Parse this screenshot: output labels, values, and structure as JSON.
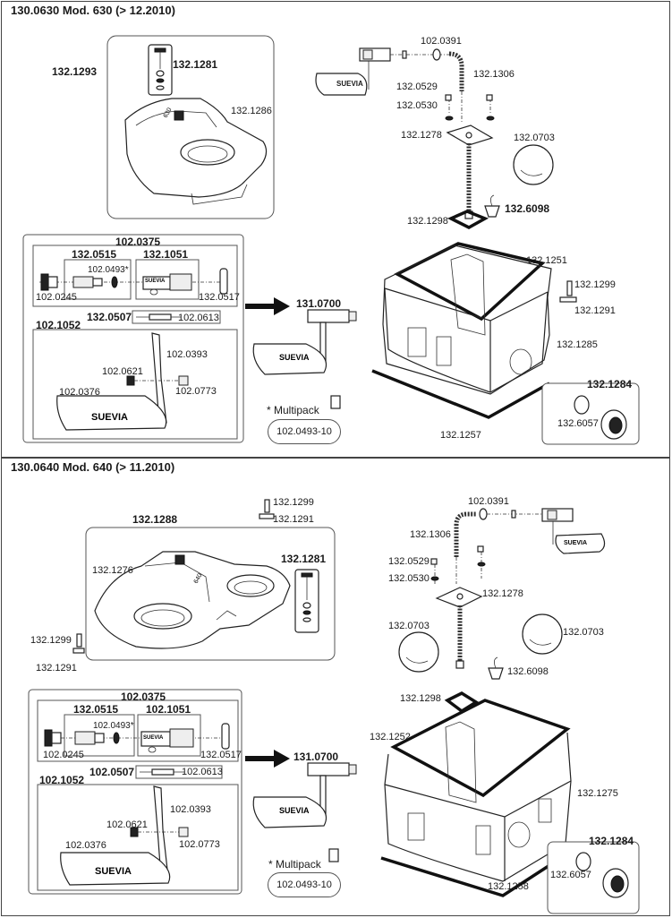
{
  "panels": [
    {
      "title": "130.0630 Mod. 630 (> 12.2010)",
      "labels": {
        "cover_set": "132.1293",
        "cover_part": "132.1281",
        "cover_lid": "132.1286",
        "cover_model": "630",
        "kit": "102.0375",
        "sub_a": "132.0515",
        "sub_b": "132.1051",
        "p0493": "102.0493*",
        "p0245": "102.0245",
        "p0517": "132.0517",
        "p0507": "132.0507",
        "p0613": "102.0613",
        "p1052": "102.1052",
        "p0393": "102.0393",
        "p0621": "102.0621",
        "p0773": "102.0773",
        "p0376": "102.0376",
        "suevia1": "SUEVIA",
        "suevia_big": "SUEVIA",
        "p0700": "131.0700",
        "suevia_valve": "SUEVIA",
        "multipack": "* Multipack",
        "multipack_code": "102.0493-10",
        "p0391": "102.0391",
        "suevia_top": "SUEVIA",
        "p1306": "132.1306",
        "p0529": "132.0529",
        "p0530": "132.0530",
        "p1278": "132.1278",
        "p0703": "132.0703",
        "p1298": "132.1298",
        "p6098": "132.6098",
        "p1251": "132.1251",
        "p1299": "132.1299",
        "p1291": "132.1291",
        "p1285": "132.1285",
        "p1284": "132.1284",
        "p6057": "132.6057",
        "p1257": "132.1257"
      }
    },
    {
      "title": "130.0640 Mod. 640 (> 11.2010)",
      "labels": {
        "p1299a": "132.1299",
        "p1291a": "132.1291",
        "cover_set": "132.1288",
        "cover_lid": "132.1276",
        "cover_part": "132.1281",
        "cover_model": "640",
        "p1299b": "132.1299",
        "p1291b": "132.1291",
        "kit": "102.0375",
        "sub_a": "132.0515",
        "sub_b": "102.1051",
        "p0493": "102.0493*",
        "p0245": "102.0245",
        "p0517": "132.0517",
        "p0507": "102.0507",
        "p0613": "102.0613",
        "p1052": "102.1052",
        "p0393": "102.0393",
        "p0621": "102.0621",
        "p0773": "102.0773",
        "p0376": "102.0376",
        "suevia1": "SUEVIA",
        "suevia_big": "SUEVIA",
        "p0700": "131.0700",
        "suevia_valve": "SUEVIA",
        "multipack": "* Multipack",
        "multipack_code": "102.0493-10",
        "p0391": "102.0391",
        "suevia_top": "SUEVIA",
        "p1306": "132.1306",
        "p0529": "132.0529",
        "p0530": "132.0530",
        "p1278": "132.1278",
        "p0703a": "132.0703",
        "p0703b": "132.0703",
        "p6098": "132.6098",
        "p1298": "132.1298",
        "p1252": "132.1252",
        "p1275": "132.1275",
        "p1284": "132.1284",
        "p6057": "132.6057",
        "p1258": "132.1258"
      }
    }
  ]
}
